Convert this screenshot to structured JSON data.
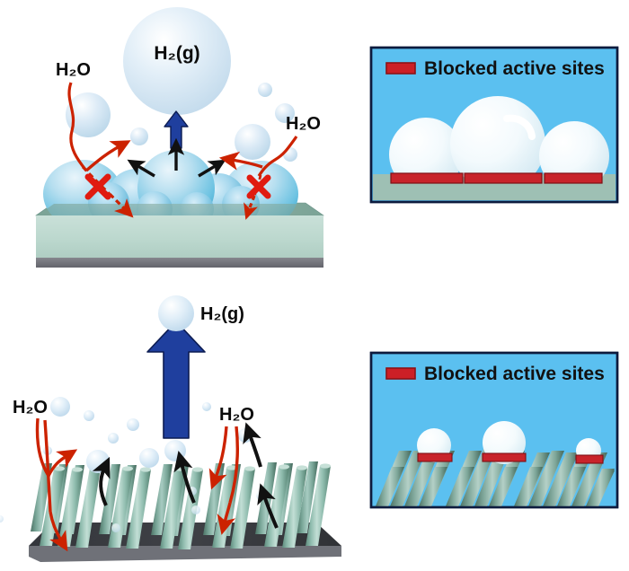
{
  "figure": {
    "title_present": false,
    "panels": [
      {
        "id": "planar-film",
        "position": "top-left",
        "labels": {
          "h2_gas": "H₂(g)",
          "water_left": "H₂O",
          "water_right": "H₂O"
        },
        "description_visual": "Large coalesced hydrogen bubbles covering a flat planar film; water transport blocked by red crosses",
        "colors": {
          "bubble_large": "#dbe9f4",
          "bubble_surface": "#55b4d9",
          "substrate_top": "#6e9e92",
          "substrate_front": "#bcd9d0",
          "substrate_base": "#6f7077",
          "arrow_blue": "#1f3f9e",
          "arrow_red": "#cc2200",
          "arrow_black": "#111111"
        }
      },
      {
        "id": "nanorod-array",
        "position": "bottom-left",
        "labels": {
          "h2_gas": "H₂(g)",
          "water_left": "H₂O",
          "water_right": "H₂O"
        },
        "description_visual": "Tilted nanorod array releasing many small hydrogen bubbles; strong upward gas flux",
        "colors": {
          "nanorod": "#8fbcae",
          "nanorod_shadow": "#4e7a6e",
          "substrate": "#3a3c41",
          "substrate_edge": "#8a8c91",
          "arrow_blue": "#1f3f9e",
          "arrow_red": "#cc2200",
          "arrow_black": "#111111"
        }
      }
    ],
    "insets": [
      {
        "id": "inset-planar",
        "position": "top-right",
        "legend_label": "Blocked active sites",
        "legend_swatch_color": "#cc1f26",
        "background": "#5bc0f0",
        "border": "#0d1b3e",
        "surface_color": "#9ec0b4",
        "bubble_color": "#fdfefe",
        "bubble_count": 3,
        "bubbles": [
          {
            "index": 1,
            "relative_size": "medium",
            "blocked_width": "wide"
          },
          {
            "index": 2,
            "relative_size": "large",
            "blocked_width": "wide",
            "has_highlight": true
          },
          {
            "index": 3,
            "relative_size": "medium",
            "blocked_width": "wide"
          }
        ]
      },
      {
        "id": "inset-nanorod",
        "position": "bottom-right",
        "legend_label": "Blocked active sites",
        "legend_swatch_color": "#cc1f26",
        "background": "#5bc0f0",
        "border": "#0d1b3e",
        "surface_color": "#7fa79a",
        "bubble_color": "#fdfefe",
        "bubble_count": 3,
        "bubbles": [
          {
            "index": 1,
            "relative_size": "small",
            "blocked_width": "narrow"
          },
          {
            "index": 2,
            "relative_size": "small-medium",
            "blocked_width": "narrow"
          },
          {
            "index": 3,
            "relative_size": "tiny",
            "blocked_width": "narrow"
          }
        ]
      }
    ]
  }
}
